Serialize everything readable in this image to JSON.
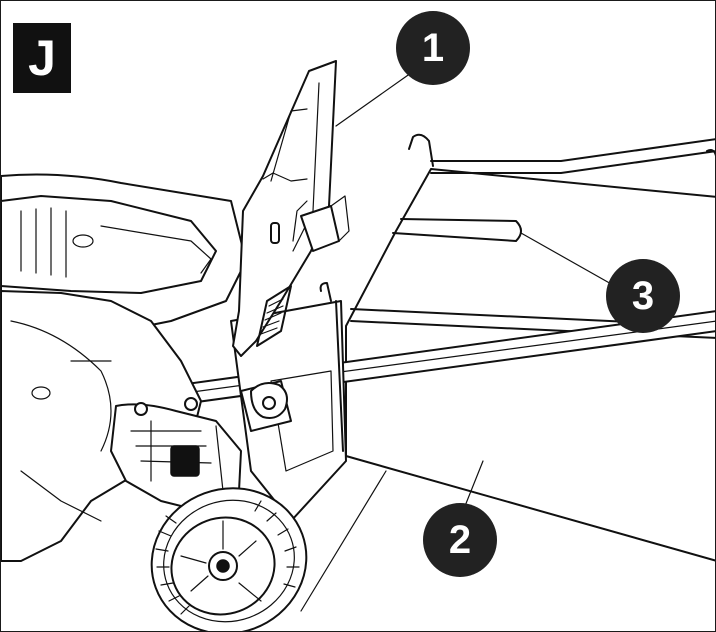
{
  "figure_label": "J",
  "callouts": [
    {
      "number": "1"
    },
    {
      "number": "2"
    },
    {
      "number": "3"
    }
  ],
  "colors": {
    "ink": "#111111",
    "callout_fill": "#222222",
    "background": "#ffffff"
  }
}
